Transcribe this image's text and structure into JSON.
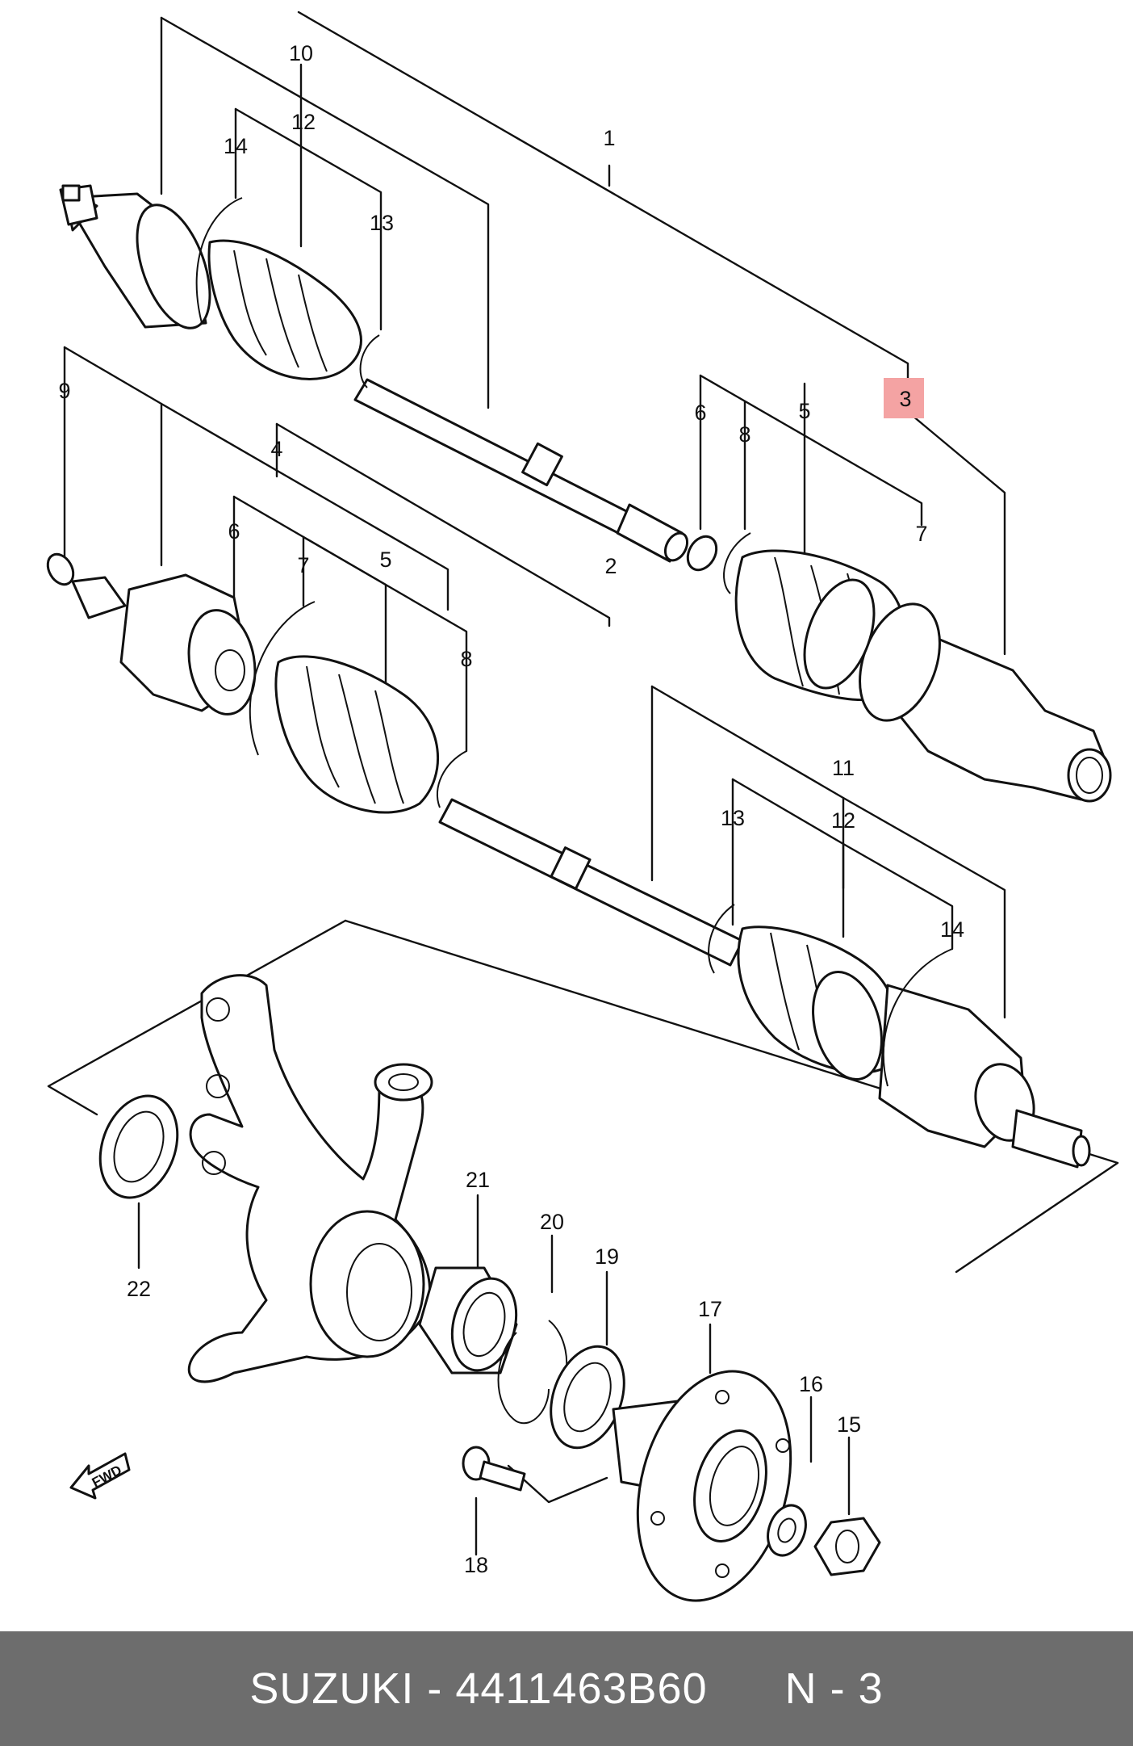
{
  "highlight_color": "#f4a3a3",
  "callouts": {
    "c1": "1",
    "c2": "2",
    "c3": "3",
    "c4": "4",
    "c5a": "5",
    "c5b": "5",
    "c6a": "6",
    "c6b": "6",
    "c7a": "7",
    "c7b": "7",
    "c8a": "8",
    "c8b": "8",
    "c9": "9",
    "c10": "10",
    "c11": "11",
    "c12a": "12",
    "c12b": "12",
    "c13a": "13",
    "c13b": "13",
    "c14a": "14",
    "c14b": "14",
    "c15": "15",
    "c16": "16",
    "c17": "17",
    "c18": "18",
    "c19": "19",
    "c20": "20",
    "c21": "21",
    "c22": "22"
  },
  "fwd_label": "FWD",
  "footer": {
    "part_text": "SUZUKI - 4411463B60",
    "ref_text": "N - 3"
  }
}
